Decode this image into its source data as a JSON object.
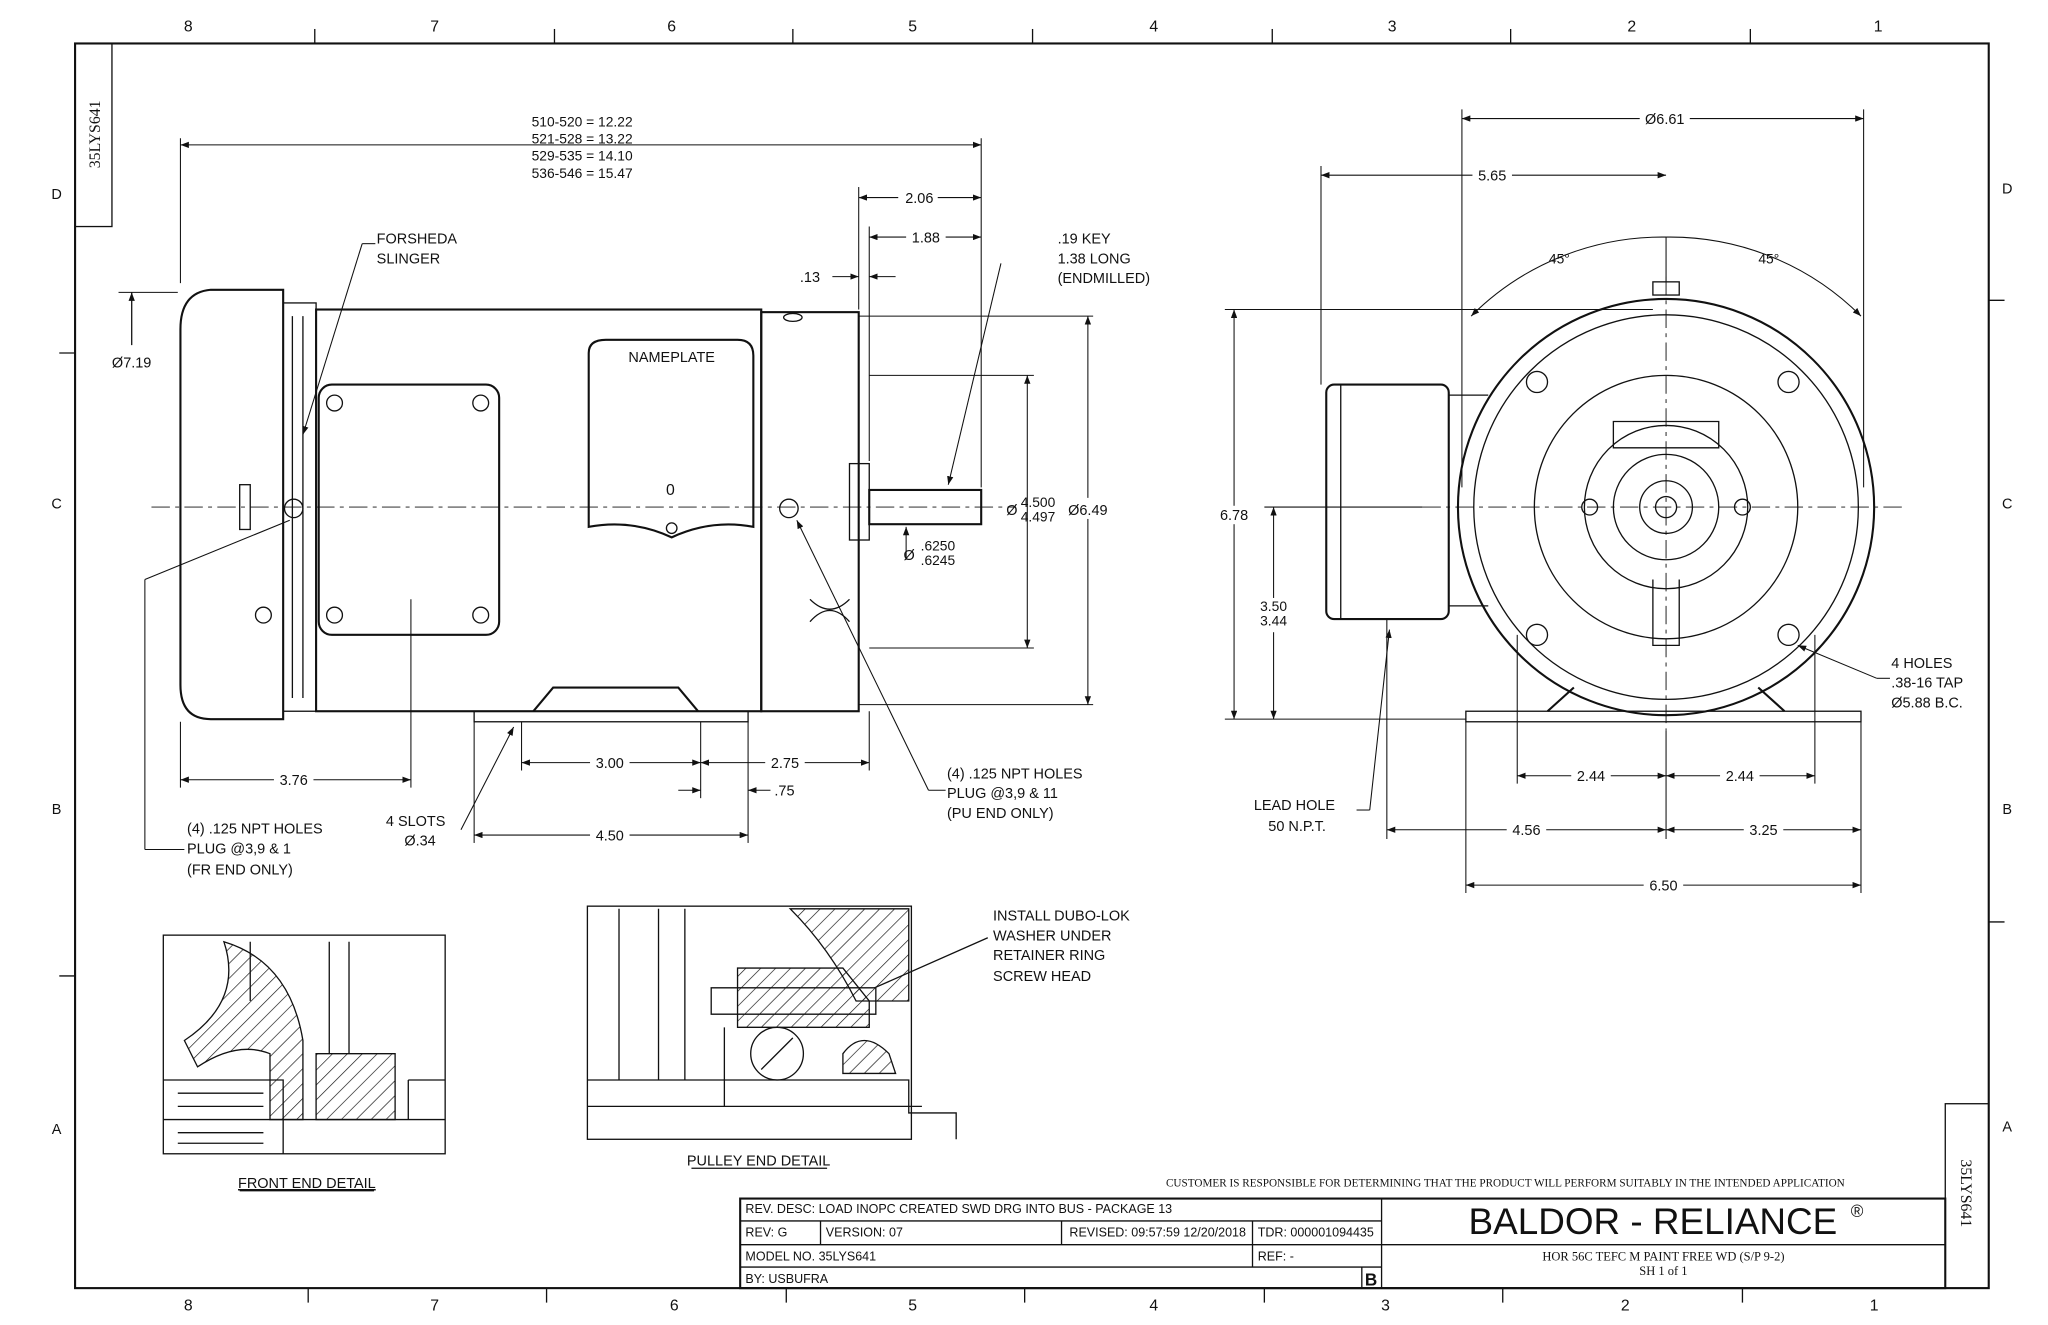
{
  "sheet": {
    "model_vertical": "35LYS641",
    "columns_top": [
      "8",
      "7",
      "6",
      "5",
      "4",
      "3",
      "2",
      "1"
    ],
    "columns_bottom": [
      "8",
      "7",
      "6",
      "5",
      "4",
      "3",
      "2",
      "1"
    ],
    "rows": [
      "D",
      "C",
      "B",
      "A"
    ]
  },
  "side_view": {
    "length_lines": [
      "510-520 = 12.22",
      "521-528 = 13.22",
      "529-535 = 14.10",
      "536-546 = 15.47"
    ],
    "dim_2_06": "2.06",
    "dim_1_88": "1.88",
    "dim_13": ".13",
    "key_note": [
      ".19 KEY",
      "1.38 LONG",
      "(ENDMILLED)"
    ],
    "slinger_note": [
      "FORSHEDA",
      "SLINGER"
    ],
    "dia_7_19": "Ø7.19",
    "nameplate": "NAMEPLATE",
    "nameplate_mark": "0",
    "dia_4500": "Ø",
    "dim_4500": "4.500",
    "dim_4497": "4.497",
    "dia_6_49": "Ø6.49",
    "dia_6250": "Ø",
    "dim_6250": ".6250",
    "dim_6245": ".6245",
    "dim_3_76": "3.76",
    "dim_3_00": "3.00",
    "dim_2_75": "2.75",
    "dim_75": ".75",
    "dim_4_50": "4.50",
    "slots_note": [
      "4 SLOTS",
      "Ø.34"
    ],
    "fr_holes_note": [
      "(4) .125 NPT HOLES",
      "PLUG @3,9 & 1",
      "(FR END ONLY)"
    ],
    "pu_holes_note": [
      "(4) .125 NPT HOLES",
      "PLUG @3,9 & 11",
      "(PU END ONLY)"
    ]
  },
  "end_view": {
    "dia_6_61": "Ø6.61",
    "dim_5_65": "5.65",
    "angle_left": "45°",
    "angle_right": "45°",
    "dim_6_78": "6.78",
    "dim_3_50": "3.50",
    "dim_3_44": "3.44",
    "dim_2_44_left": "2.44",
    "dim_2_44_right": "2.44",
    "dim_4_56": "4.56",
    "dim_3_25": "3.25",
    "dim_6_50": "6.50",
    "lead_hole": [
      "LEAD HOLE",
      "50 N.P.T."
    ],
    "holes_note": [
      "4 HOLES",
      ".38-16 TAP",
      "Ø5.88 B.C."
    ]
  },
  "details": {
    "front_label": "FRONT END DETAIL",
    "pulley_label": "PULLEY END DETAIL",
    "install_note": [
      "INSTALL DUBO-LOK",
      "WASHER UNDER",
      "RETAINER RING",
      "SCREW HEAD"
    ]
  },
  "title_block": {
    "disclaimer": "CUSTOMER IS RESPONSIBLE FOR DETERMINING THAT THE PRODUCT WILL PERFORM SUITABLY IN THE INTENDED APPLICATION",
    "rev_desc": "REV. DESC: LOAD INOPC CREATED SWD DRG INTO BUS - PACKAGE 13",
    "rev": "REV:  G",
    "version": "VERSION:  07",
    "revised": "REVISED:  09:57:59 12/20/2018",
    "tdr": "TDR: 000001094435",
    "model_no": "MODEL NO.  35LYS641",
    "ref": "REF:  -",
    "by": "BY: USBUFRA",
    "size": "B",
    "company": "BALDOR - RELIANCE",
    "registered": "®",
    "description": "HOR 56C TEFC M PAINT FREE WD (S/P 9-2)",
    "sheet": "SH 1 of  1"
  }
}
